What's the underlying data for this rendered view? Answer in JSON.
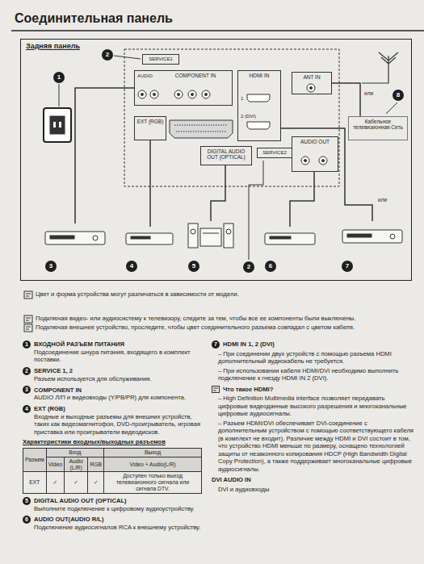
{
  "diagram": {
    "title": "Соединительная панель",
    "nodes": [
      {
        "text": [
          "Задняя панель"
        ]
      },
      {
        "text": [
          "SERVICE1"
        ],
        "in": 0
      },
      {
        "text": [
          "COMPONENT IN"
        ],
        "in": 0
      },
      {
        "text": [
          "EXT (RGB)"
        ],
        "in": 0
      },
      {
        "text": [
          "HDMI IN"
        ],
        "in": 0
      },
      {
        "text": [
          "DIGITAL AUDIO OUT (OPTICAL)"
        ],
        "in": 0
      },
      {
        "text": [
          "SERVICE2"
        ],
        "in": 0
      },
      {
        "text": [
          "AUDIO OUT"
        ],
        "in": 0
      },
      {
        "text": [
          "ANT IN"
        ],
        "in": 0
      },
      {
        "text": [
          "Кабельное телевизионная Сеть"
        ],
        "in": 0
      },
      {
        "text": [
          "3"
        ],
        "in": 0
      },
      {
        "text": [
          "4"
        ],
        "in": 0
      },
      {
        "text": [
          "5"
        ],
        "in": 0
      },
      {
        "text": [
          "6"
        ],
        "in": 0
      },
      {
        "text": [
          "7"
        ],
        "in": 0
      }
    ],
    "edges": [
      {
        "from": 2,
        "to": 10,
        "arrow": "none"
      },
      {
        "from": 3,
        "to": 11,
        "arrow": "none"
      },
      {
        "from": 5,
        "to": 12,
        "arrow": "none"
      },
      {
        "from": 7,
        "to": 13,
        "arrow": "none"
      },
      {
        "from": 4,
        "to": 14,
        "arrow": "none"
      },
      {
        "from": 9,
        "to": 8,
        "arrow": "none"
      }
    ],
    "labels": [
      "AUDIO",
      "1",
      "2 (DVI)",
      "2",
      "1",
      "или",
      "8",
      "или",
      "2",
      "Цвет и форма устройства могут различаться в зависимости от модели.",
      "Подключая видео- или аудиосистему к телевизору, следите за тем, чтобы все ее компоненты были выключены.",
      "Подключая внешнее устройство, проследите, чтобы цвет соединительного разъема совпадал с цветом кабеля.",
      "1",
      "ВХОДНОЙ РАЗЪЕМ ПИТАНИЯ",
      "Подсоединение шнура питания, входящего в комплект поставки.",
      "2",
      "SERVICE 1, 2",
      "Разъем используется для обслуживания.",
      "3",
      "COMPONENT IN",
      "AUDIO Л/П и видеовходы (Y/PB/PR) для компонента.",
      "4",
      "EXT (RGB)",
      "Входные и выходные разъемы для внешних устройств, таких как видеомагнитофон, DVD-проигрыватель, игровая приставка или проигрыватели видеодисков.",
      "Характеристики входных/выходных разъемов",
      "Разъем",
      "Вход",
      "Выход",
      "Video",
      "Audio (L/R)",
      "RGB",
      "Video + Audio(L/R)",
      "EXT",
      "✓",
      "✓",
      "✓",
      "Доступен только выход телевизионного сигнала или сигнала DTV.",
      "5",
      "DIGITAL AUDIO OUT (OPTICAL)",
      "Выполните подключение к цифровому аудиоустройству.",
      "6",
      "AUDIO OUT(AUDIO R/L)",
      "Подключение аудиосигналов RCA к внешнему устройству.",
      "7",
      "HDMI IN 1, 2 (DVI)",
      "– При соединении двух устройств с помощью разъема HDMI дополнительный аудиокабель не требуется.",
      "– При использовании кабеля HDMI/DVI необходимо выполнить подключение к гнезду HDMI IN 2 (DVI).",
      "Что такое HDMI?",
      "– High Definition Multimedia interface позволяет передавать цифровые видеоданные высокого разрешения и многоканальные цифровые аудиосигналы.",
      "– Разъем HDMI/DVI обеспечивает DVI-соединение с дополнительным устройством с помощью соответствующего кабеля (в комплект не входит). Различие между HDMI и DVI состоит в том, что устройство HDMI меньше по размеру, оснащено технологией защиты от незаконного копирования HDCP (High Bandwidth Digital Copy Protection), а также поддерживает многоканальные цифровые аудиосигналы.",
      "DVI AUDIO IN",
      "DVI и аудиовходы"
    ]
  }
}
